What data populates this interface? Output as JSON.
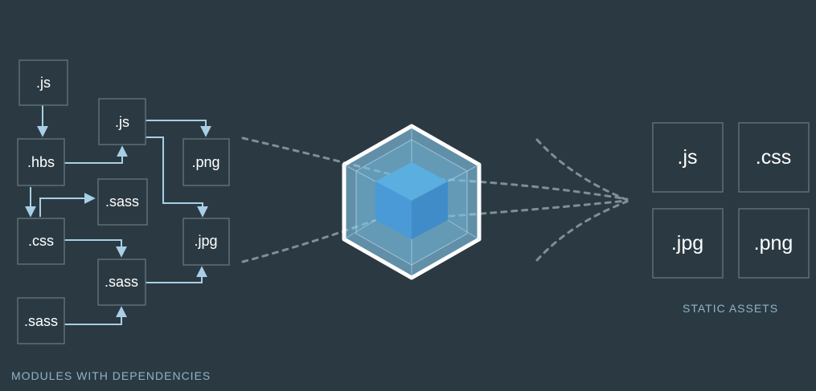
{
  "modules": {
    "caption": "MODULES WITH DEPENDENCIES",
    "nodes": [
      {
        "id": "js_top",
        "label": ".js"
      },
      {
        "id": "hbs",
        "label": ".hbs"
      },
      {
        "id": "js_mid",
        "label": ".js"
      },
      {
        "id": "png",
        "label": ".png"
      },
      {
        "id": "sass_top",
        "label": ".sass"
      },
      {
        "id": "css",
        "label": ".css"
      },
      {
        "id": "jpg",
        "label": ".jpg"
      },
      {
        "id": "sass_mid",
        "label": ".sass"
      },
      {
        "id": "sass_bot",
        "label": ".sass"
      }
    ]
  },
  "bundler": {
    "icon": "webpack-cube-icon",
    "colors": {
      "outline": "#ffffff",
      "outer_face": "#8ed6fb",
      "inner_cube": "#1c78c0"
    }
  },
  "assets": {
    "caption": "STATIC ASSETS",
    "items": [
      {
        "id": "asset_js",
        "label": ".js"
      },
      {
        "id": "asset_css",
        "label": ".css"
      },
      {
        "id": "asset_jpg",
        "label": ".jpg"
      },
      {
        "id": "asset_png",
        "label": ".png"
      }
    ]
  },
  "colors": {
    "background": "#2b3a42",
    "box_border": "#5f6e75",
    "connector": "#a8cfe6",
    "flow_dash": "#7e8f97",
    "caption": "#8fb3c8"
  }
}
